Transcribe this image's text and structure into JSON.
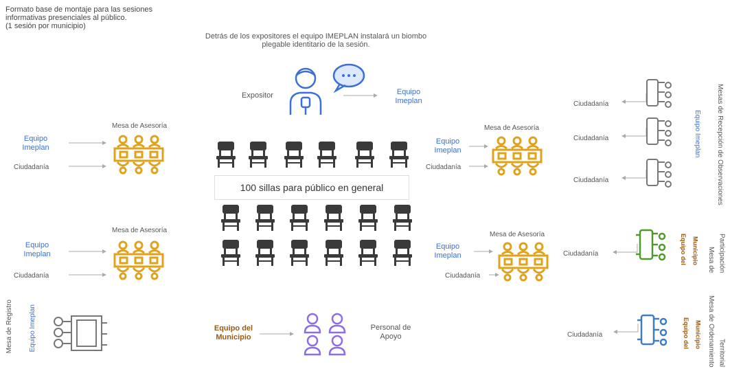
{
  "top_note": {
    "line1": "Formato base de montaje para las sesiones",
    "line2": "informativas presenciales al público.",
    "line3": "(1 sesión por municipio)"
  },
  "screen_note": {
    "line1": "Detrás de los expositores el equipo IMEPLAN instalará un biombo",
    "line2": "plegable identitario de la sesión."
  },
  "labels": {
    "expositor": "Expositor",
    "equipo": "Equipo",
    "imeplan": "Imeplan",
    "ciudadania": "Ciudadanía",
    "mesa_asesoria": "Mesa de Asesoría",
    "sillas": "100 sillas para público en general",
    "equipo_del": "Equipo del",
    "municipio": "Municipio",
    "personal_de": "Personal de",
    "apoyo": "Apoyo",
    "equipo_imeplan": "Equipo Imeplan",
    "mesa_registro": "Mesa de Registro",
    "mesas_recepcion": "Mesas de Recepción de Observaciones",
    "mesa_de": "Mesa de",
    "participacion": "Participación",
    "mesa_de_ordenamiento": "Mesa de Ordenamiento",
    "territorial": "Territorial"
  },
  "colors": {
    "gold": "#e0a21b",
    "blue": "#3a6fd8",
    "green": "#4f9a2c",
    "purple": "#8e6ce8",
    "chair": "#3a3a3a",
    "outline": "#777777"
  }
}
